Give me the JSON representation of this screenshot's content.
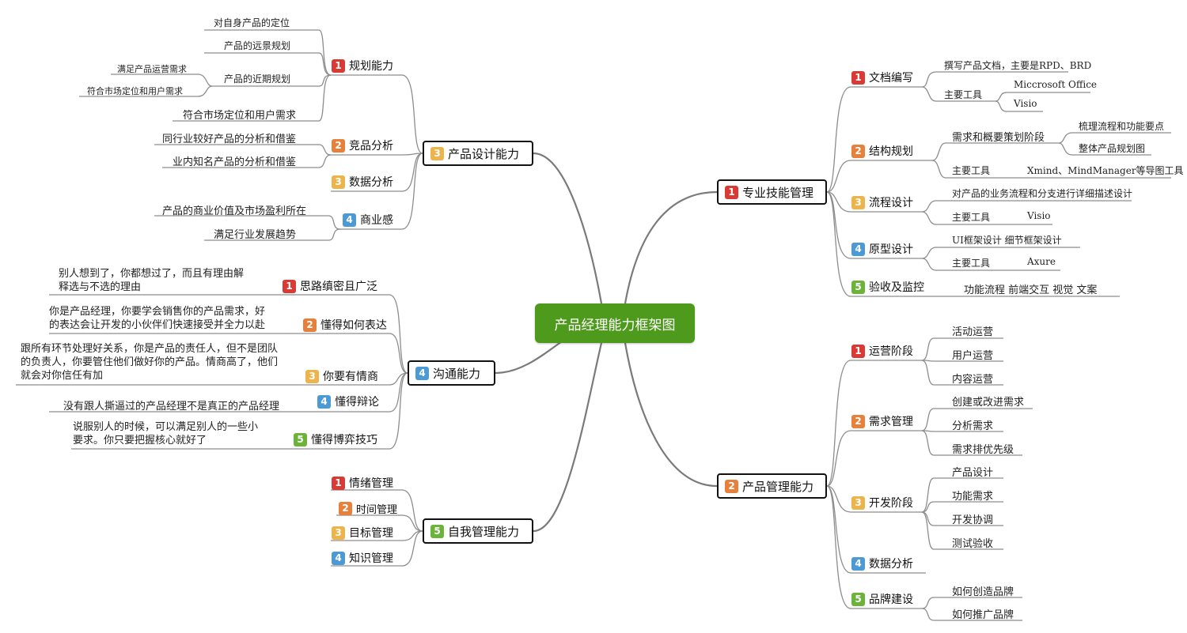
{
  "root": "产品经理能力框架图",
  "colors": {
    "n1": "#d93a36",
    "n2": "#e6803a",
    "n3": "#eeb44c",
    "n4": "#4c9ad5",
    "n5": "#6cb33a",
    "root": "#4e9a1d"
  },
  "branches": {
    "b1": {
      "num": "1",
      "label": "专业技能管理",
      "subs": [
        {
          "num": "1",
          "label": "文档编写",
          "leaves": [
            "撰写产品文档，主要是RPD、BRD",
            "主要工具",
            "Miccrosoft Office",
            "Visio"
          ]
        },
        {
          "num": "2",
          "label": "结构规划",
          "leaves": [
            "需求和概要策划阶段",
            "梳理流程和功能要点",
            "整体产品规划图",
            "主要工具",
            "Xmind、MindManager等导图工具"
          ]
        },
        {
          "num": "3",
          "label": "流程设计",
          "leaves": [
            "对产品的业务流程和分支进行详细描述设计",
            "主要工具",
            "Visio"
          ]
        },
        {
          "num": "4",
          "label": "原型设计",
          "leaves": [
            "UI框架设计  细节框架设计",
            "主要工具",
            "Axure"
          ]
        },
        {
          "num": "5",
          "label": "验收及监控",
          "leaves": [
            "功能流程  前端交互  视觉  文案"
          ]
        }
      ]
    },
    "b2": {
      "num": "2",
      "label": "产品管理能力",
      "subs": [
        {
          "num": "1",
          "label": "运营阶段",
          "leaves": [
            "活动运营",
            "用户运营",
            "内容运营"
          ]
        },
        {
          "num": "2",
          "label": "需求管理",
          "leaves": [
            "创建或改进需求",
            "分析需求",
            "需求排优先级"
          ]
        },
        {
          "num": "3",
          "label": "开发阶段",
          "leaves": [
            "产品设计",
            "功能需求",
            "开发协调",
            "测试验收"
          ]
        },
        {
          "num": "4",
          "label": "数据分析",
          "leaves": []
        },
        {
          "num": "5",
          "label": "品牌建设",
          "leaves": [
            "如何创造品牌",
            "如何推广品牌"
          ]
        }
      ]
    },
    "b3": {
      "num": "3",
      "label": "产品设计能力",
      "subs": [
        {
          "num": "1",
          "label": "规划能力",
          "leaves": [
            "对自身产品的定位",
            "产品的远景规划",
            "产品的近期规划",
            "满足产品运营需求",
            "符合市场定位和用户需求",
            "符合市场定位和用户需求"
          ]
        },
        {
          "num": "2",
          "label": "竞品分析",
          "leaves": [
            "同行业较好产品的分析和借鉴",
            "业内知名产品的分析和借鉴"
          ]
        },
        {
          "num": "3",
          "label": "数据分析",
          "leaves": []
        },
        {
          "num": "4",
          "label": "商业感",
          "leaves": [
            "产品的商业价值及市场盈利所在",
            "满足行业发展趋势"
          ]
        }
      ]
    },
    "b4": {
      "num": "4",
      "label": "沟通能力",
      "subs": [
        {
          "num": "1",
          "label": "思路缜密且广泛",
          "leaves": [
            "别人想到了，你都想过了，而且有理由解释选与不选的理由"
          ]
        },
        {
          "num": "2",
          "label": "懂得如何表达",
          "leaves": [
            "你是产品经理，你要学会销售你的产品需求，好的表达会让开发的小伙伴们快速接受并全力以赴"
          ]
        },
        {
          "num": "3",
          "label": "你要有情商",
          "leaves": [
            "跟所有环节处理好关系，你是产品的责任人，但不是团队的负责人，你要管住他们做好你的产品。情商高了，他们就会对你信任有加"
          ]
        },
        {
          "num": "4",
          "label": "懂得辩论",
          "leaves": [
            "没有跟人撕逼过的产品经理不是真正的产品经理"
          ]
        },
        {
          "num": "5",
          "label": "懂得博弈技巧",
          "leaves": [
            "说服别人的时候，可以满足别人的一些小要求。你只要把握核心就好了"
          ]
        }
      ]
    },
    "b5": {
      "num": "5",
      "label": "自我管理能力",
      "subs": [
        {
          "num": "1",
          "label": "情绪管理"
        },
        {
          "num": "2",
          "label": "时间管理"
        },
        {
          "num": "3",
          "label": "目标管理"
        },
        {
          "num": "4",
          "label": "知识管理"
        }
      ]
    }
  }
}
